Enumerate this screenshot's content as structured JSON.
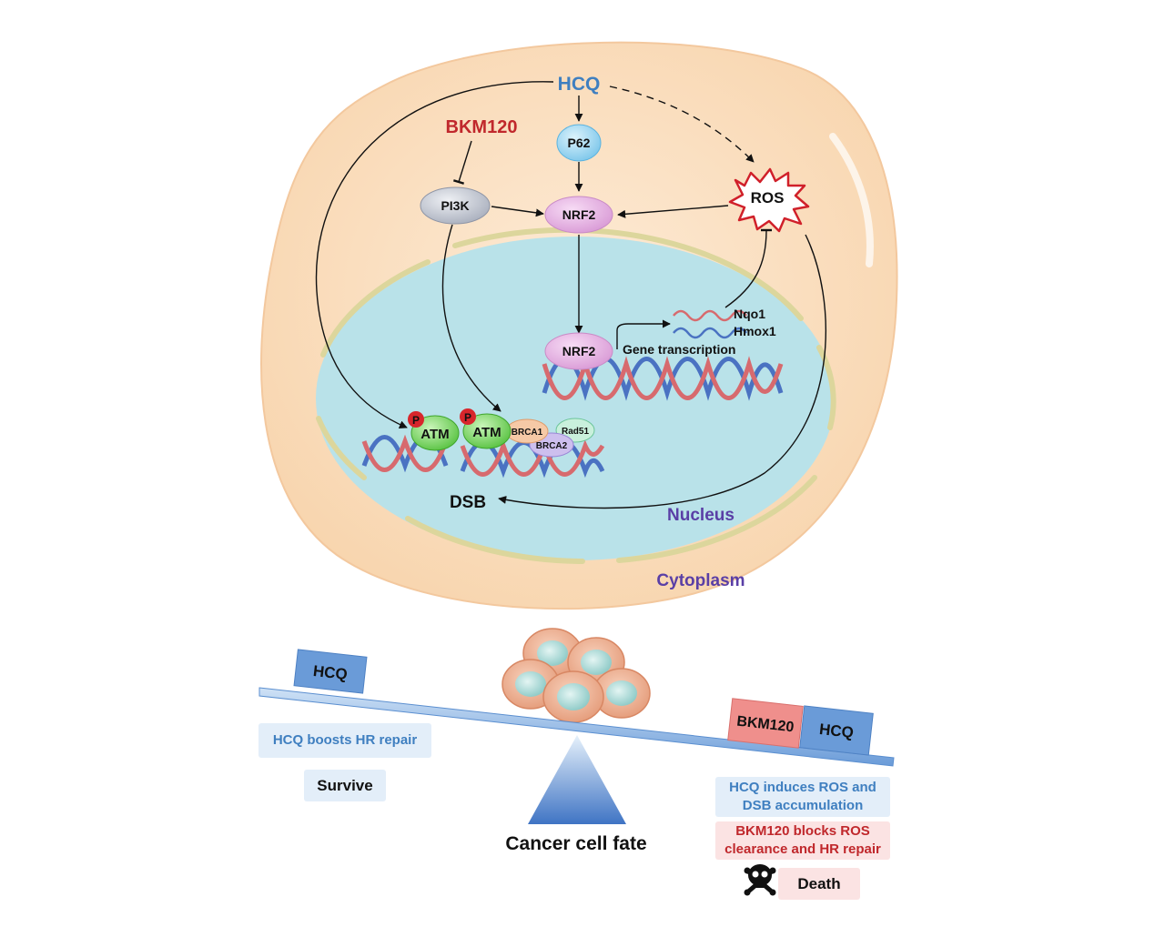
{
  "diagram": {
    "drugs": {
      "hcq": "HCQ",
      "bkm120": "BKM120"
    },
    "nodes": {
      "p62": "P62",
      "nrf2": "NRF2",
      "nrf2_nuclear": "NRF2",
      "pi3k": "PI3K",
      "ros": "ROS",
      "atm": "ATM",
      "phospho": "P",
      "brca1": "BRCA1",
      "brca2": "BRCA2",
      "rad51": "Rad51"
    },
    "genes": {
      "nqo1": "Nqo1",
      "hmox1": "Hmox1"
    },
    "gene_transcription": "Gene transcription",
    "dsb": "DSB",
    "compartments": {
      "nucleus": "Nucleus",
      "cytoplasm": "Cytoplasm"
    }
  },
  "balance": {
    "left_block": "HCQ",
    "right_blocks": [
      "BKM120",
      "HCQ"
    ],
    "fulcrum_label": "Cancer cell fate",
    "left_note": "HCQ boosts HR repair",
    "left_outcome": "Survive",
    "right_note_1": "HCQ induces ROS and DSB accumulation",
    "right_note_2": "BKM120 blocks ROS clearance and HR repair",
    "right_outcome": "Death"
  },
  "colors": {
    "hcq": "#3f7fc0",
    "bkm120": "#c0282c",
    "compartment_text": "#5a3fa6",
    "cell": "#fbe2c6",
    "nucleus": "#b8e3ea",
    "nrf2": "#e7b2e4",
    "p62": "#9fd6f0",
    "atm": "#7fd46a"
  }
}
